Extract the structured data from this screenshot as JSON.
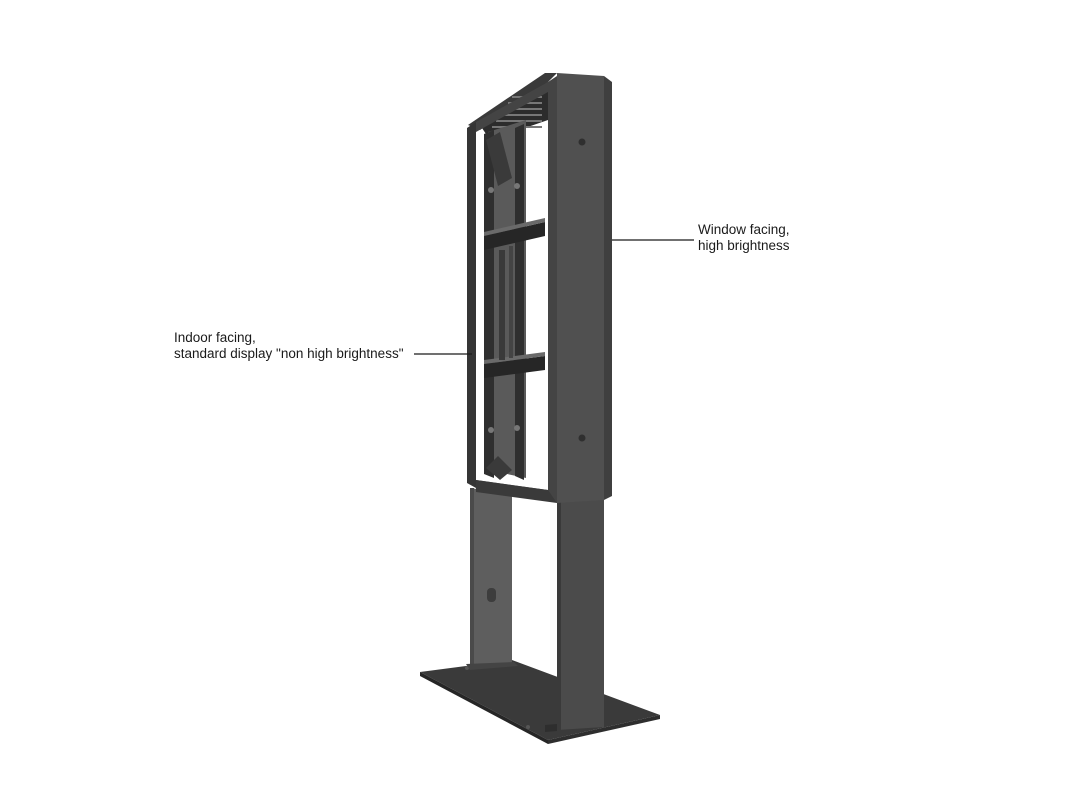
{
  "callouts": {
    "window_facing": {
      "line1": "Window facing,",
      "line2": "high brightness"
    },
    "indoor_facing": {
      "line1": "Indoor facing,",
      "line2": "standard display \"non high brightness\""
    }
  },
  "colors": {
    "background": "#ffffff",
    "steel_dark": "#3d3d3d",
    "steel_mid": "#555555",
    "steel_light": "#6a6a6a",
    "leader_line": "#1a1a1a"
  }
}
